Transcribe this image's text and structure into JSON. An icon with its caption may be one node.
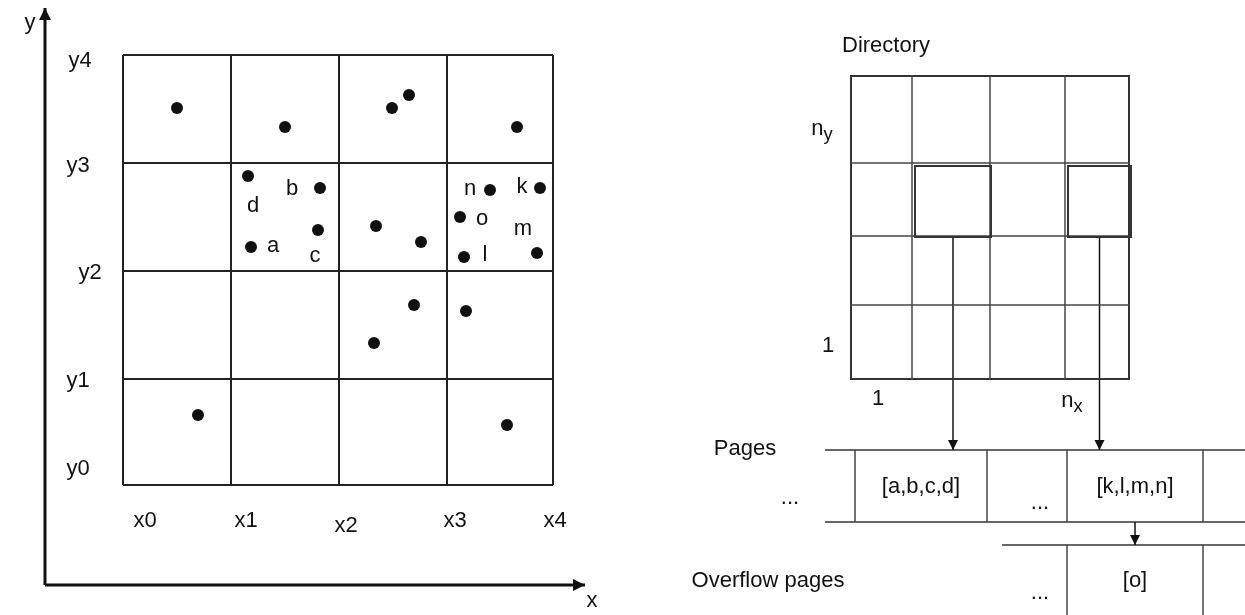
{
  "diagram": {
    "nodes": [
      {
        "text": [
          "Directory"
        ]
      },
      {
        "text": [],
        "shape": "box",
        "in": 0
      },
      {
        "text": [],
        "shape": "box",
        "in": 0
      },
      {
        "text": [
          "[a,b,c,d]"
        ]
      },
      {
        "text": [
          "[k,l,m,n]"
        ]
      },
      {
        "text": [
          "[o]"
        ]
      }
    ],
    "edges": [
      {
        "from": 1,
        "to": 3,
        "arrow": "to"
      },
      {
        "from": 2,
        "to": 4,
        "arrow": "to"
      },
      {
        "from": 4,
        "to": 5,
        "arrow": "to"
      }
    ],
    "labels": [
      "y",
      "x",
      "y4",
      "y3",
      "y2",
      "y1",
      "y0",
      "x0",
      "x1",
      "x2",
      "x3",
      "x4",
      "d",
      "b",
      "n",
      "k",
      "o",
      "m",
      "a",
      "c",
      "l",
      "n$_{y}$",
      "1",
      "1",
      "n$_{x}$",
      "Pages",
      "...",
      "...",
      "Overflow pages",
      "..."
    ]
  }
}
